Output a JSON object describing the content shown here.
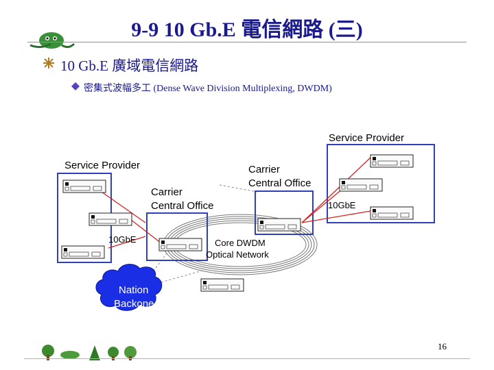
{
  "slide": {
    "title": "9-9 10 Gb.E 電信網路 (三)",
    "bullet1": "10 Gb.E 廣域電信網路",
    "bullet2": "密集式波幅多工 (Dense Wave Division Multiplexing, DWDM)",
    "page_number": "16"
  },
  "diagram": {
    "left_provider_label": "Service Provider",
    "right_provider_label": "Service Provider",
    "left_co_label_line1": "Carrier",
    "left_co_label_line2": "Central Office",
    "right_co_label_line1": "Carrier",
    "right_co_label_line2": "Central Office",
    "left_link_label": "10GbE",
    "right_link_label": "10GbE",
    "core_label_line1": "Core DWDM",
    "core_label_line2": "Optical Network",
    "backbone_label_line1": "Nation",
    "backbone_label_line2": "Backone",
    "colors": {
      "link_red": "#d42020",
      "box_blue": "#2f3fb8",
      "cloud_blue": "#1a2ee6",
      "title_navy": "#1a1a8c"
    }
  }
}
